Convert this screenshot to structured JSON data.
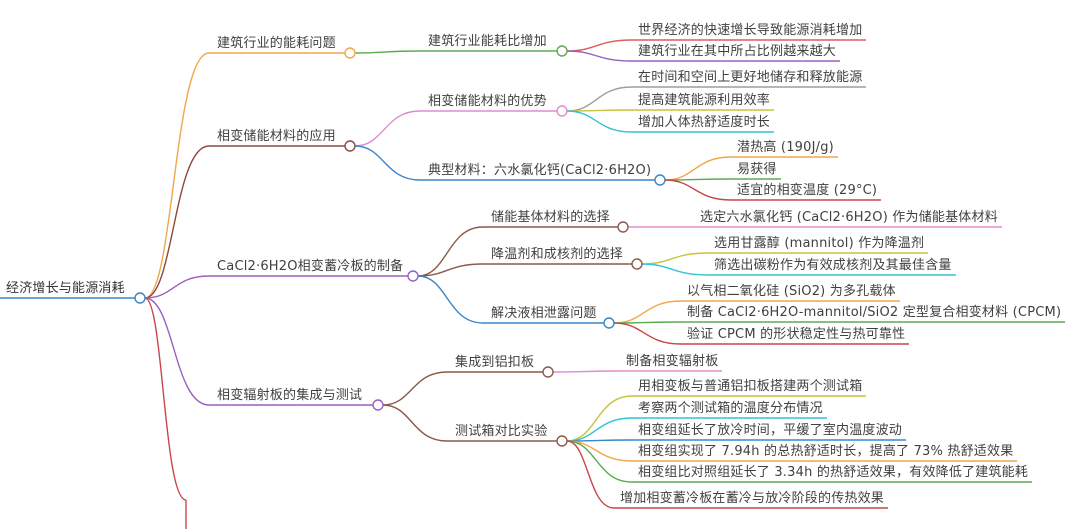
{
  "root": {
    "label": "经济增长与能源消耗"
  },
  "branches": [
    {
      "label": "建筑行业的能耗问题",
      "color": "#f2a64b",
      "children": [
        {
          "label": "建筑行业能耗比增加",
          "color": "#5aad4e",
          "children": [
            {
              "label": "世界经济的快速增长导致能源消耗增加",
              "color": "#e05a5a"
            },
            {
              "label": "建筑行业在其中所占比例越来越大",
              "color": "#9b5fc0"
            }
          ]
        }
      ]
    },
    {
      "label": "相变储能材料的应用",
      "color": "#8a4a3c",
      "children": [
        {
          "label": "相变储能材料的优势",
          "color": "#e28ad0",
          "children": [
            {
              "label": "在时间和空间上更好地储存和释放能源",
              "color": "#9e9e9e"
            },
            {
              "label": "提高建筑能源利用效率",
              "color": "#c8c43a"
            },
            {
              "label": "增加人体热舒适度时长",
              "color": "#33c3d4"
            }
          ]
        },
        {
          "label": "典型材料：六水氯化钙(CaCl2·6H2O)",
          "color": "#3a86c8",
          "children": [
            {
              "label": "潜热高 (190J/g)",
              "color": "#f2a64b"
            },
            {
              "label": "易获得",
              "color": "#5aad4e"
            },
            {
              "label": "适宜的相变温度 (29°C)",
              "color": "#c74747"
            }
          ]
        }
      ]
    },
    {
      "label": "CaCl2·6H2O相变蓄冷板的制备",
      "color": "#9b5fc0",
      "children": [
        {
          "label": "储能基体材料的选择",
          "color": "#8a5a4a",
          "children": [
            {
              "label": "选定六水氯化钙 (CaCl2·6H2O) 作为储能基体材料",
              "color": "#e28ad0"
            }
          ]
        },
        {
          "label": "降温剂和成核剂的选择",
          "color": "#8a5a4a",
          "children": [
            {
              "label": "选用甘露醇 (mannitol) 作为降温剂",
              "color": "#c8c43a"
            },
            {
              "label": "筛选出碳粉作为有效成核剂及其最佳含量",
              "color": "#33c3d4"
            }
          ]
        },
        {
          "label": "解决液相泄露问题",
          "color": "#3a86c8",
          "children": [
            {
              "label": "以气相二氧化硅 (SiO2) 为多孔载体",
              "color": "#f2a64b"
            },
            {
              "label": "制备 CaCl2·6H2O-mannitol/SiO2 定型复合相变材料 (CPCM)",
              "color": "#5aad4e"
            },
            {
              "label": "验证 CPCM 的形状稳定性与热可靠性",
              "color": "#c74747"
            }
          ]
        }
      ]
    },
    {
      "label": "相变辐射板的集成与测试",
      "color": "#9b5fc0",
      "children": [
        {
          "label": "集成到铝扣板",
          "color": "#8a5a4a",
          "children": [
            {
              "label": "制备相变辐射板",
              "color": "#e28ad0"
            }
          ]
        },
        {
          "label": "测试箱对比实验",
          "color": "#8a5a4a",
          "children": [
            {
              "label": "用相变板与普通铝扣板搭建两个测试箱",
              "color": "#c8c43a"
            },
            {
              "label": "考察两个测试箱的温度分布情况",
              "color": "#33c3d4"
            },
            {
              "label": "相变组延长了放冷时间，平缓了室内温度波动",
              "color": "#3a86c8"
            },
            {
              "label": "相变组实现了 7.94h 的总热舒适时长，提高了 73% 热舒适效果",
              "color": "#f2a64b"
            },
            {
              "label": "相变组比对照组延长了 3.34h 的热舒适效果，有效降低了建筑能耗",
              "color": "#5aad4e"
            },
            {
              "label": "增加相变蓄冷板在蓄冷与放冷阶段的传热效果",
              "color": "#c74747"
            }
          ]
        }
      ]
    }
  ]
}
